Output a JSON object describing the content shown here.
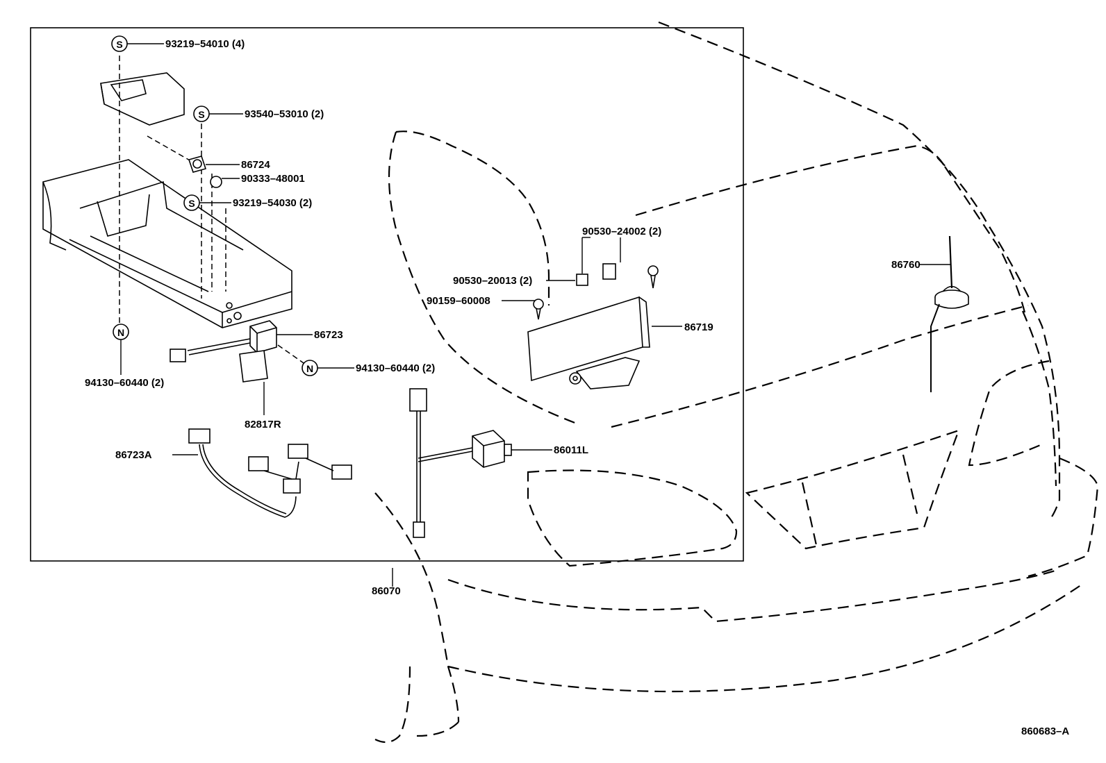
{
  "labels": {
    "p93219_54010": "93219–54010 (4)",
    "p93540_53010": "93540–53010 (2)",
    "p86724": "86724",
    "p90333_48001": "90333–48001",
    "p93219_54030": "93219–54030 (2)",
    "p86723": "86723",
    "p94130_60440_left": "94130–60440 (2)",
    "p94130_60440_right": "94130–60440 (2)",
    "p82817R": "82817R",
    "p86723A": "86723A",
    "p86070": "86070",
    "p90530_24002": "90530–24002 (2)",
    "p90530_20013": "90530–20013 (2)",
    "p90159_60008": "90159–60008",
    "p86719": "86719",
    "p86011L": "86011L",
    "p86760": "86760",
    "ref_code": "860683–A"
  },
  "symbols": {
    "s_mark": "S",
    "n_mark": "N"
  }
}
